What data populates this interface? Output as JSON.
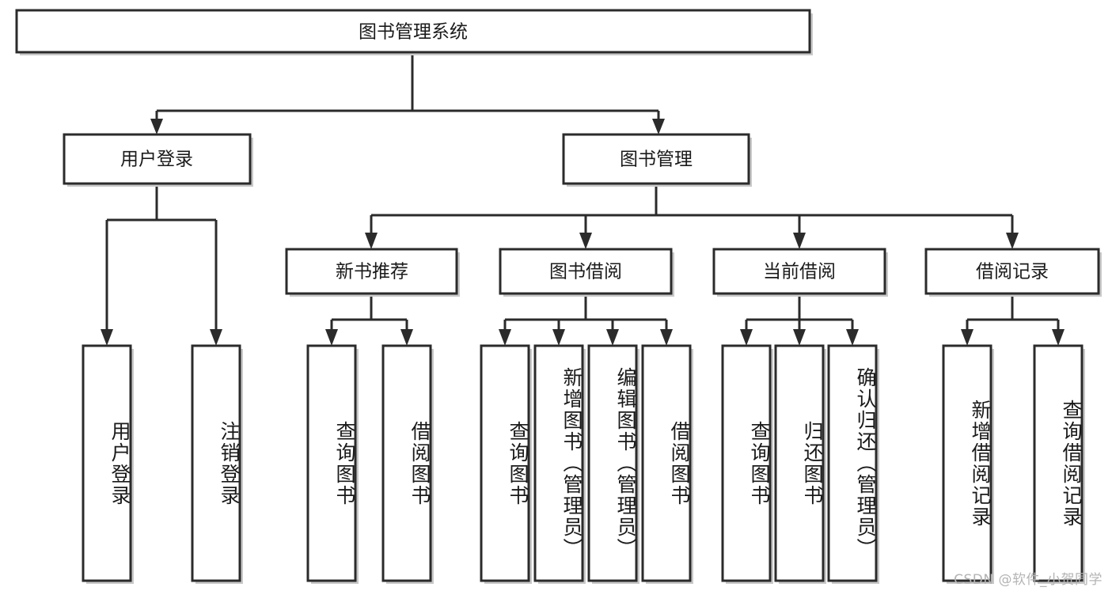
{
  "diagram": {
    "title": "图书管理系统",
    "type": "tree",
    "orientation": "top-down",
    "colors": {
      "stroke": "#2b2b2b",
      "fill": "#ffffff",
      "text": "#1a1a1a",
      "shadow": "#c9c9c9",
      "background": "#ffffff",
      "watermark": "#b4b4b4"
    },
    "root": {
      "id": "root",
      "label": "图书管理系统"
    },
    "level2": [
      {
        "id": "user-login",
        "label": "用户登录"
      },
      {
        "id": "book-manage",
        "label": "图书管理"
      }
    ],
    "level3": [
      {
        "id": "new-book-recommend",
        "label": "新书推荐",
        "parent": "book-manage"
      },
      {
        "id": "book-borrow",
        "label": "图书借阅",
        "parent": "book-manage"
      },
      {
        "id": "current-borrow",
        "label": "当前借阅",
        "parent": "book-manage"
      },
      {
        "id": "borrow-record",
        "label": "借阅记录",
        "parent": "book-manage"
      }
    ],
    "leaves": [
      {
        "id": "leaf-user-login",
        "label": "用户登录",
        "parent": "user-login"
      },
      {
        "id": "leaf-user-logout",
        "label": "注销登录",
        "parent": "user-login"
      },
      {
        "id": "leaf-query-book-1",
        "label": "查询图书",
        "parent": "new-book-recommend"
      },
      {
        "id": "leaf-borrow-book-1",
        "label": "借阅图书",
        "parent": "new-book-recommend"
      },
      {
        "id": "leaf-query-book-2",
        "label": "查询图书",
        "parent": "book-borrow"
      },
      {
        "id": "leaf-add-book",
        "label": "新增图书（管理员）",
        "parent": "book-borrow"
      },
      {
        "id": "leaf-edit-book",
        "label": "编辑图书（管理员）",
        "parent": "book-borrow"
      },
      {
        "id": "leaf-borrow-book-2",
        "label": "借阅图书",
        "parent": "book-borrow"
      },
      {
        "id": "leaf-query-book-3",
        "label": "查询图书",
        "parent": "current-borrow"
      },
      {
        "id": "leaf-return-book",
        "label": "归还图书",
        "parent": "current-borrow"
      },
      {
        "id": "leaf-confirm-return",
        "label": "确认归还（管理员）",
        "parent": "current-borrow"
      },
      {
        "id": "leaf-add-record",
        "label": "新增借阅记录",
        "parent": "borrow-record"
      },
      {
        "id": "leaf-query-record",
        "label": "查询借阅记录",
        "parent": "borrow-record"
      }
    ]
  },
  "watermark": {
    "text": "CSDN @软件_小贺同学"
  }
}
